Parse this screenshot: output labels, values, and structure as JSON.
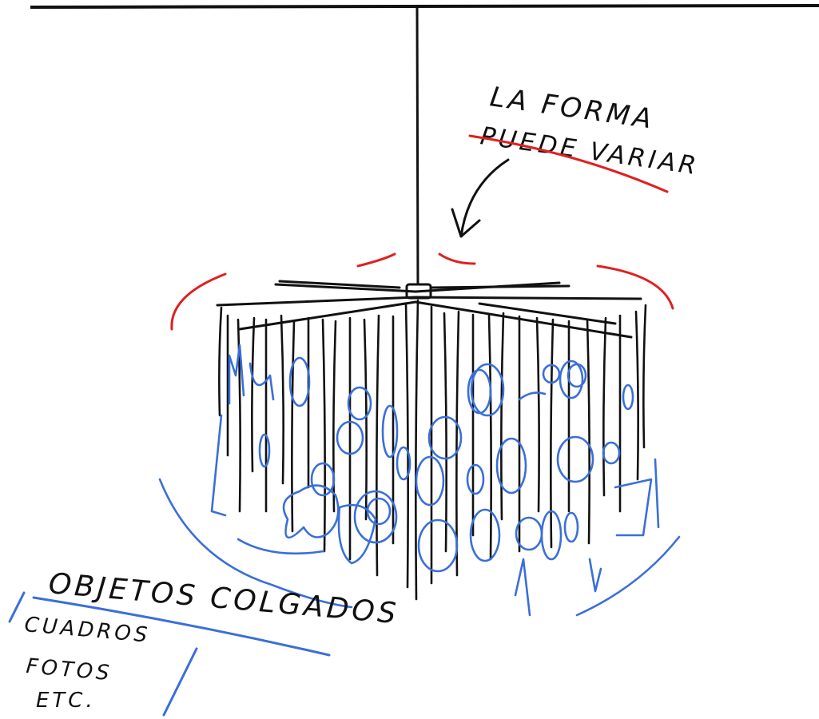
{
  "annotations": {
    "shape_note_line1": "LA FORMA",
    "shape_note_line2": "PUEDE VARIAR",
    "objects_title": "OBJETOS COLGADOS",
    "objects_item1": "CUADROS",
    "objects_item2": "FOTOS",
    "objects_item3": "ETC."
  },
  "colors": {
    "ink": "#111111",
    "structure_highlight": "#e02020",
    "hanging_objects": "#3a6fd8",
    "background": "#ffffff"
  }
}
